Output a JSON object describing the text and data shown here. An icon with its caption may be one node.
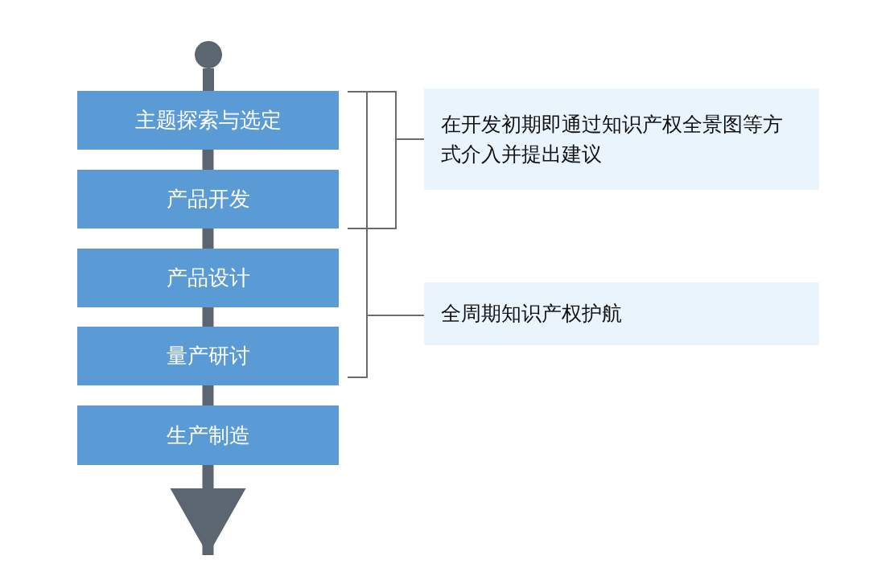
{
  "diagram": {
    "nodes": [
      {
        "text": [],
        "shape": "circle"
      },
      {
        "text": [
          "主题探索与选定"
        ]
      },
      {
        "text": [
          "产品开发"
        ]
      },
      {
        "text": [
          "产品设计"
        ]
      },
      {
        "text": [
          "量产研讨"
        ]
      },
      {
        "text": [
          "生产制造"
        ]
      },
      {
        "text": [
          "在开发初期即通过知识产权全景图等方式介入并提出建议"
        ]
      },
      {
        "text": [
          "全周期知识产权护航"
        ]
      }
    ],
    "edges": [
      {
        "from": 0,
        "to": 1,
        "arrow": "none"
      },
      {
        "from": 1,
        "to": 2,
        "arrow": "none"
      },
      {
        "from": 2,
        "to": 3,
        "arrow": "none"
      },
      {
        "from": 3,
        "to": 4,
        "arrow": "none"
      },
      {
        "from": 4,
        "to": 5,
        "arrow": "none"
      },
      {
        "from": 5,
        "to": null,
        "arrow": "to"
      }
    ]
  }
}
